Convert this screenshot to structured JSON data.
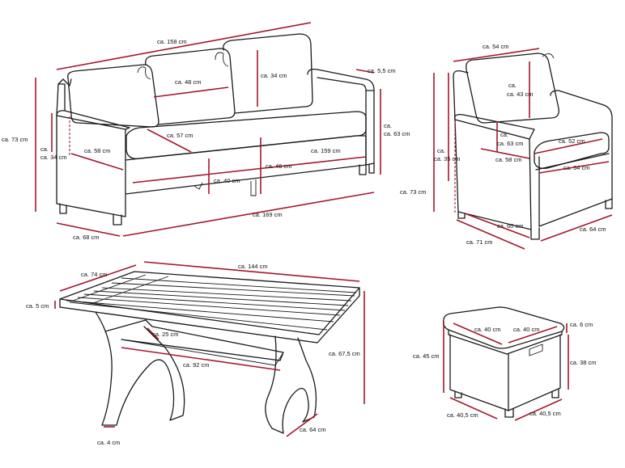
{
  "colors": {
    "dimension": "#a3182b",
    "outline": "#1a1a1a",
    "background": "#ffffff"
  },
  "sofa": {
    "width_back": "ca. 158 cm",
    "cushion_width": "ca. 48 cm",
    "cushion_height": "ca. 34 cm",
    "armrest_width": "ca. 5,5 cm",
    "arm_height": "ca. 63 cm",
    "total_height": "ca. 73 cm",
    "seat_height_from_arm": "ca. 34 cm",
    "seat_depth_front": "ca. 57 cm",
    "seat_depth_side": "ca. 58 cm",
    "seat_width": "ca. 159 cm",
    "seat_height": "ca. 40 cm",
    "seat_height_2": "ca. 46 cm",
    "total_width": "ca. 169 cm",
    "total_depth": "ca. 68 cm"
  },
  "chair": {
    "back_width": "ca. 54 cm",
    "cushion_height": "ca. 43 cm",
    "backrest_height": "ca. 35 cm",
    "arm_height": "ca. 63 cm",
    "seat_width": "ca. 52 cm",
    "seat_depth": "ca. 58 cm",
    "seat_width_front": "ca. 54 cm",
    "total_height": "ca. 73 cm",
    "depth_inner": "ca. 60 cm",
    "depth_total": "ca. 71 cm",
    "width_total": "ca. 64 cm"
  },
  "table": {
    "depth": "ca. 74 cm",
    "length": "ca. 144 cm",
    "top_thickness": "ca. 5 cm",
    "shelf_depth": "ca. 25 cm",
    "shelf_length": "ca. 92 cm",
    "height": "ca. 67,5 cm",
    "leg_width": "ca. 4 cm",
    "foot_depth": "ca. 64 cm"
  },
  "stool": {
    "top_width_a": "ca. 40 cm",
    "top_width_b": "ca. 40 cm",
    "cushion_height": "ca. 6 cm",
    "total_height": "ca. 45 cm",
    "box_height": "ca. 38 cm",
    "base_width_a": "ca. 40,5 cm",
    "base_width_b": "ca. 40,5 cm"
  }
}
